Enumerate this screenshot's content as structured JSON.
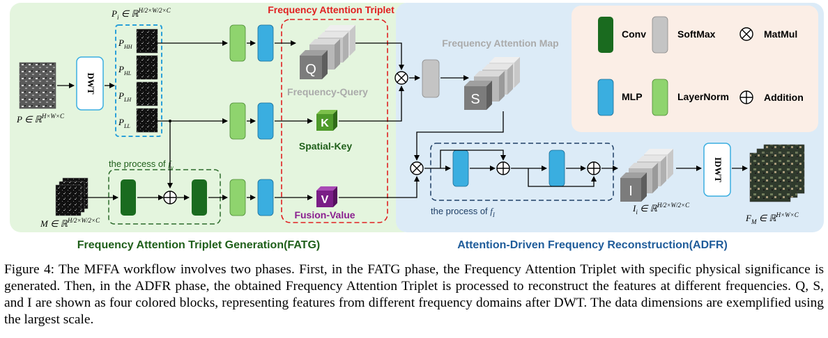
{
  "sections": {
    "fatg_title": "Frequency Attention Triplet Generation(FATG)",
    "adfr_title": "Attention-Driven Frequency Reconstruction(ADFR)",
    "triplet_title": "Frequency Attention Triplet"
  },
  "blocks": {
    "dwt": "DWT",
    "idwt": "IDWT",
    "q": "Q",
    "k": "K",
    "v": "V",
    "s": "S",
    "i": "I"
  },
  "labels": {
    "frequency_query": "Frequency-Query",
    "spatial_key": "Spatial-Key",
    "fusion_value": "Fusion-Value",
    "frequency_attention_map": "Frequency Attention Map",
    "process_fv": "the process of ",
    "process_fv_sym": "f",
    "process_fv_sub": "v",
    "process_fi": "the process of ",
    "process_fi_sym": "f",
    "process_fi_sub": "I"
  },
  "subbands": [
    "P",
    "P",
    "P",
    "P"
  ],
  "subband_subs": [
    "HH",
    "HL",
    "LH",
    "LL"
  ],
  "math": {
    "p_input": "P ∈ ℝ",
    "p_input_sup": "H×W×C",
    "pi": "P",
    "pi_sub": "i",
    "pi_rest": " ∈ ℝ",
    "pi_sup": "H/2×W/2×C",
    "m_input": "M ∈ ℝ",
    "m_sup": "H/2×W/2×C",
    "ii": "I",
    "ii_sub": "i",
    "ii_rest": " ∈ ℝ",
    "ii_sup": "H/2×W/2×C",
    "fm": "F",
    "fm_sub": "M",
    "fm_rest": " ∈ ℝ",
    "fm_sup": "H×W×C"
  },
  "legend": {
    "conv": "Conv",
    "softmax": "SoftMax",
    "matmul": "MatMul",
    "mlp": "MLP",
    "layernorm": "LayerNorm",
    "addition": "Addition"
  },
  "colors": {
    "conv": "#1a6b1f",
    "layernorm": "#8fd46e",
    "mlp": "#3aaee0",
    "softmax": "#c4c4c4",
    "k_block": "#4e9a2a",
    "v_block": "#7a1d86",
    "fatg_bg": "#e4f5de",
    "adfr_bg": "#dcebf7",
    "legend_bg": "#fbeee6",
    "red_title": "#e02020",
    "green_title": "#1f5f1a",
    "blue_title": "#1f5c9a"
  },
  "caption": {
    "figure_label": "Figure 4:",
    "text": " The MFFA workflow involves two phases. First, in the FATG phase, the Frequency Attention Triplet with specific physical significance is generated. Then, in the ADFR phase, the obtained Frequency Attention Triplet is processed to reconstruct the features at different frequencies. Q, S, and I are shown as four colored blocks, representing features from different frequency domains after DWT. The data dimensions are exemplified using the largest scale."
  }
}
